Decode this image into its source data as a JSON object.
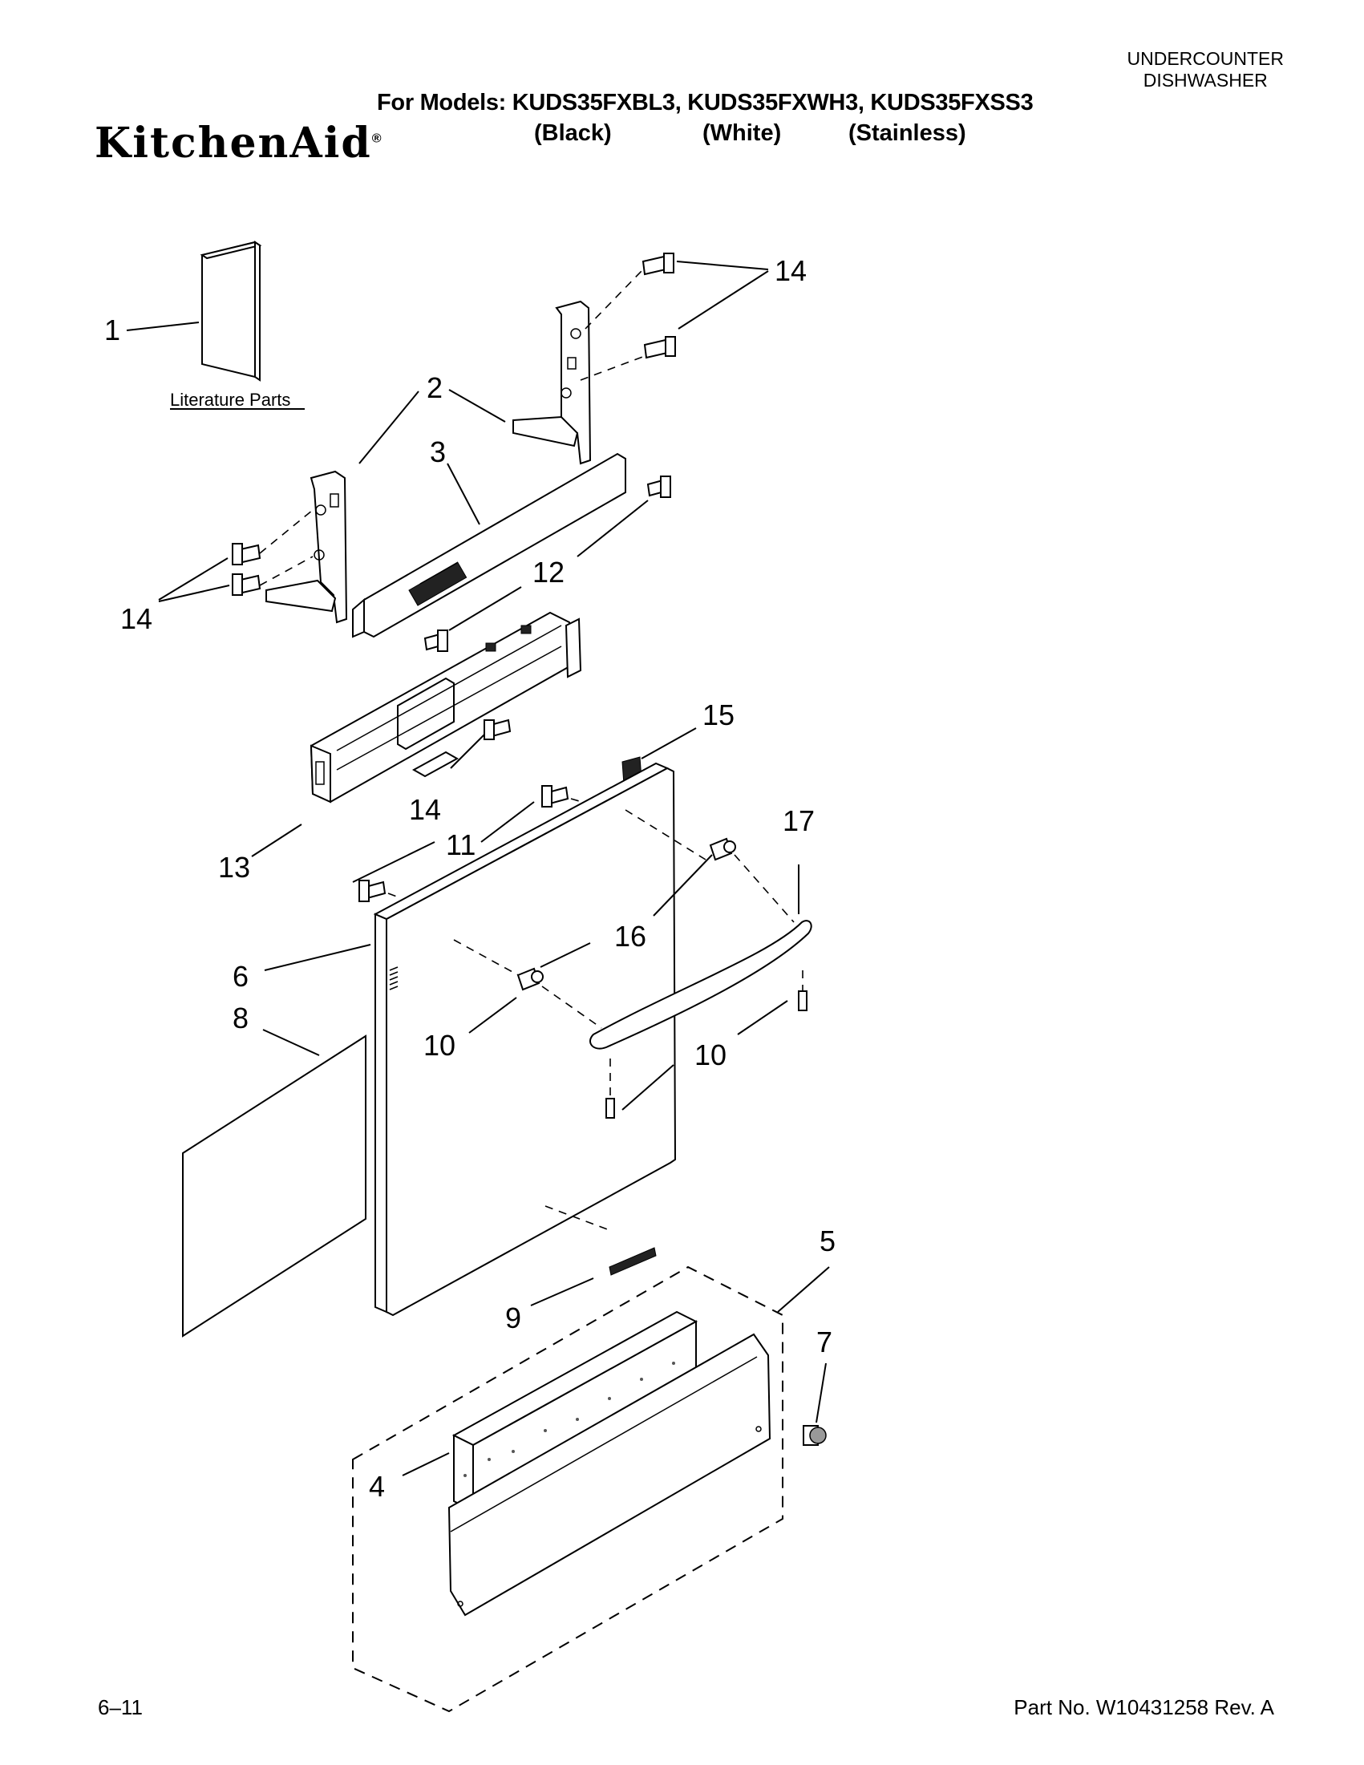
{
  "header": {
    "appliance_line1": "UNDERCOUNTER",
    "appliance_line2": "DISHWASHER",
    "models_line": "For Models: KUDS35FXBL3, KUDS35FXWH3, KUDS35FXSS3",
    "color_black": "(Black)",
    "color_white": "(White)",
    "color_stainless": "(Stainless)",
    "brand": "KitchenAid"
  },
  "diagram": {
    "literature_label": "Literature Parts",
    "callouts": [
      "1",
      "2",
      "3",
      "14",
      "14",
      "12",
      "14",
      "15",
      "13",
      "11",
      "17",
      "6",
      "16",
      "8",
      "10",
      "10",
      "5",
      "9",
      "7",
      "4"
    ]
  },
  "footer": {
    "page": "6–11",
    "part_no": "Part No. W10431258 Rev. A"
  }
}
